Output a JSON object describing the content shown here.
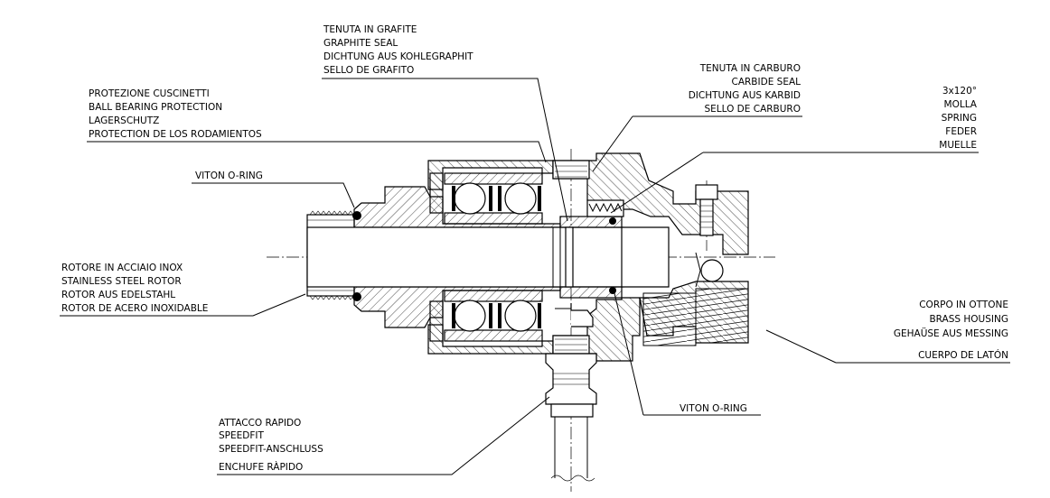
{
  "labels": {
    "graphite_seal": [
      "TENUTA IN GRAFITE",
      "GRAPHITE  SEAL",
      "DICHTUNG AUS KOHLEGRAPHIT",
      "SELLO DE GRAFITO"
    ],
    "carbide_seal": [
      "TENUTA IN CARBURO",
      "CARBIDE SEAL",
      "DICHTUNG AUS KARBID",
      "SELLO DE CARBURO"
    ],
    "bearing_protection": [
      "PROTEZIONE CUSCINETTI",
      "BALL BEARING PROTECTION",
      "LAGERSCHUTZ",
      "PROTECTION DE LOS RODAMIENTOS"
    ],
    "spring": [
      "3x120°",
      "MOLLA",
      "SPRING",
      "FEDER",
      "MUELLE"
    ],
    "viton_top": "VITON O-RING",
    "rotor": [
      "ROTORE IN ACCIAIO INOX",
      "STAINLESS STEEL ROTOR",
      "ROTOR AUS EDELSTAHL",
      "ROTOR DE ACERO INOXIDABLE"
    ],
    "housing": [
      "CORPO IN OTTONE",
      "BRASS HOUSING",
      "GEHAÜSE AUS MESSING",
      "CUERPO DE LATÓN"
    ],
    "viton_bottom": "VITON O-RING",
    "speedfit": [
      "ATTACCO RAPIDO",
      "SPEEDFIT",
      "SPEEDFIT-ANSCHLUSS",
      "ENCHUFE RÀPIDO"
    ]
  },
  "icons": {
    "ball": "ball-bearing-icon",
    "oring": "o-ring-icon"
  }
}
